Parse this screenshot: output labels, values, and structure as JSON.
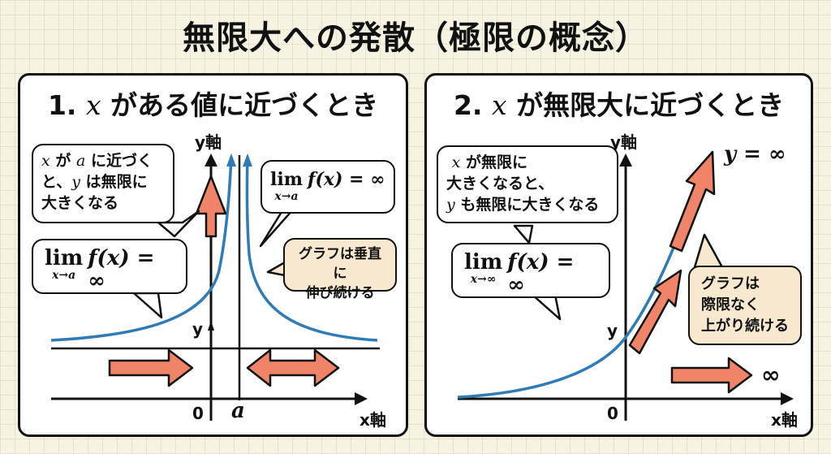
{
  "title": "無限大への発散（極限の概念）",
  "colors": {
    "background": "#f7f3e2",
    "curve": "#2e7bb8",
    "arrow_fill": "#ef8468",
    "beige_bubble": "#f8e8cf",
    "outline": "#111111"
  },
  "panel1": {
    "number": "1.",
    "var": "x",
    "title_rest": "がある値に近づくとき",
    "y_axis_label": "y軸",
    "x_axis_label": "x軸",
    "origin_label": "0",
    "a_label": "a",
    "y_small_label": "y",
    "bubble_explain": {
      "line1_var": "x",
      "line1_mid": "が",
      "line1_var2": "a",
      "line1_rest": "に近づく",
      "line2_pre": "と、",
      "line2_var": "y",
      "line2_rest": "は無限に",
      "line3": "大きくなる"
    },
    "formula_left": {
      "lim": "lim",
      "sub": "x→a",
      "expr": "f(x) = ∞"
    },
    "formula_right": {
      "lim": "lim",
      "sub": "x→a",
      "expr": "f(x) = ∞"
    },
    "note": {
      "line1": "グラフは垂直に",
      "line2": "伸び続ける"
    }
  },
  "panel2": {
    "number": "2.",
    "var": "x",
    "title_rest": "が無限大に近づくとき",
    "y_axis_label": "y軸",
    "x_axis_label": "x軸",
    "origin_label": "0",
    "y_small_label": "y",
    "y_infinity_label": "y = ∞",
    "x_infinity_label": "∞",
    "bubble_explain": {
      "line1_var": "x",
      "line1_rest": "が無限に",
      "line2": "大きくなると、",
      "line3_var": "y",
      "line3_rest": "も無限に大きくなる"
    },
    "formula": {
      "lim": "lim",
      "sub": "x→∞",
      "expr": "f(x) = ∞"
    },
    "note": {
      "line1": "グラフは",
      "line2": "際限なく",
      "line3": "上がり続ける"
    }
  }
}
